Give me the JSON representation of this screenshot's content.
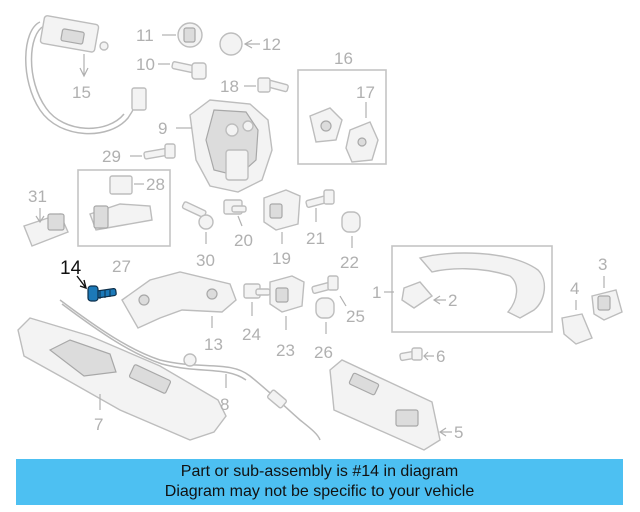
{
  "callouts": {
    "c1": "1",
    "c2": "2",
    "c3": "3",
    "c4": "4",
    "c5": "5",
    "c6": "6",
    "c7": "7",
    "c8": "8",
    "c9": "9",
    "c10": "10",
    "c11": "11",
    "c12": "12",
    "c13": "13",
    "c14": "14",
    "c15": "15",
    "c16": "16",
    "c17": "17",
    "c18": "18",
    "c19": "19",
    "c20": "20",
    "c21": "21",
    "c22": "22",
    "c23": "23",
    "c24": "24",
    "c25": "25",
    "c26": "26",
    "c27": "27",
    "c28": "28",
    "c29": "29",
    "c30": "30",
    "c31": "31"
  },
  "highlighted_part": "14",
  "colors": {
    "banner": "#4dc0f2",
    "highlight_part": "#1c79b8",
    "line_art": "#b8b8b8"
  },
  "banner": {
    "line1": "Part or sub-assembly is #14 in diagram",
    "line2": "Diagram may not be specific to your vehicle"
  }
}
